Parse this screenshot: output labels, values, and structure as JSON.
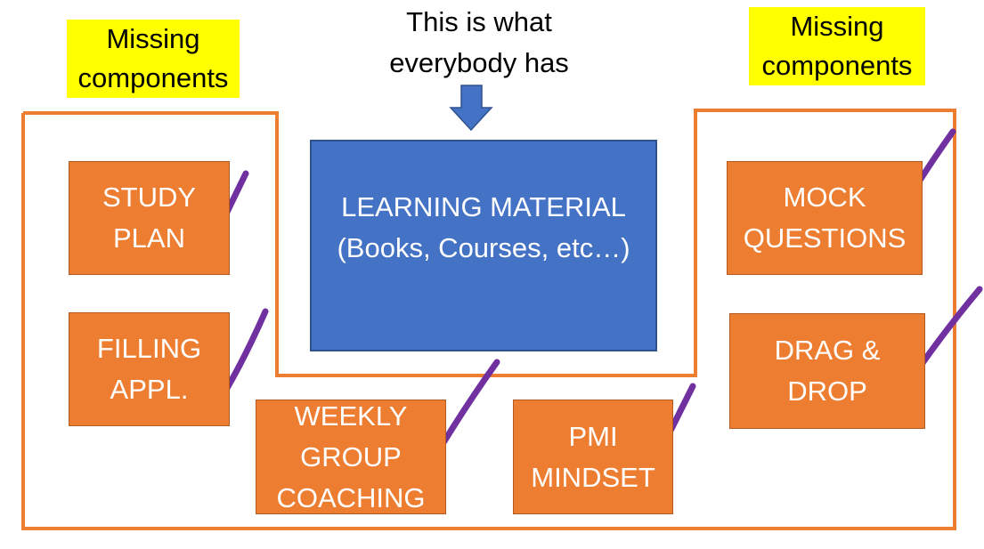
{
  "header": {
    "left_label": [
      "Missing",
      "components"
    ],
    "center_label": [
      "This is what",
      "everybody has"
    ],
    "right_label": [
      "Missing",
      "components"
    ]
  },
  "center_box": {
    "lines": [
      "LEARNING MATERIAL",
      "(Books, Courses, etc…)"
    ]
  },
  "components": [
    {
      "id": "study-plan",
      "lines": [
        "STUDY",
        "PLAN"
      ],
      "checked": true
    },
    {
      "id": "filling-appl",
      "lines": [
        "FILLING",
        "APPL."
      ],
      "checked": true
    },
    {
      "id": "weekly-group-coaching",
      "lines": [
        "WEEKLY",
        "GROUP",
        "COACHING"
      ],
      "checked": true
    },
    {
      "id": "pmi-mindset",
      "lines": [
        "PMI",
        "MINDSET"
      ],
      "checked": true
    },
    {
      "id": "mock-questions",
      "lines": [
        "MOCK",
        "QUESTIONS"
      ],
      "checked": true
    },
    {
      "id": "drag-drop",
      "lines": [
        "DRAG &",
        "DROP"
      ],
      "checked": true
    }
  ],
  "colors": {
    "component_fill": "#ed7d31",
    "outline": "#ed7d31",
    "center_fill": "#4472c4",
    "arrow": "#4472c4",
    "highlight": "#ffff00",
    "checkmark": "#7030a0"
  }
}
